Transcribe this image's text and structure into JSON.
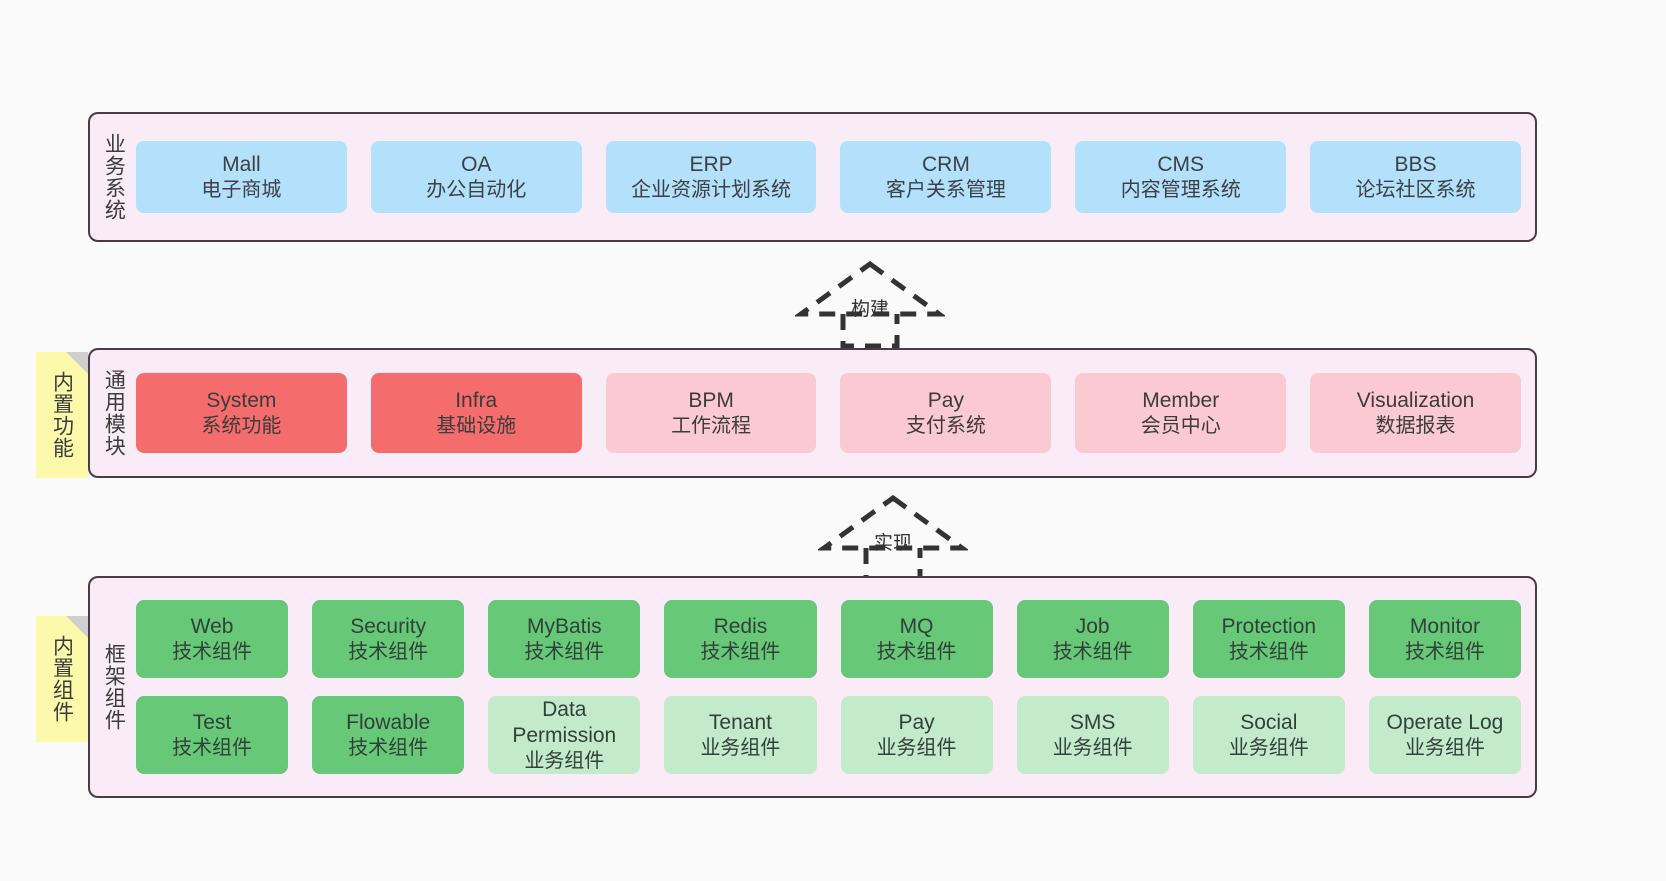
{
  "diagram": {
    "colors": {
      "canvas": "#fafafa",
      "layer_background": "#f9ecf6",
      "layer_border": "#4a3b44",
      "business_card": "#b3e0fb",
      "module_core_card": "#f56c6c",
      "module_card": "#fbc9d2",
      "tech_component_card": "#67c878",
      "business_component_card": "#c3ebcb",
      "note": "#fdf9ab",
      "note_fold": "#cfcfcf"
    },
    "layers": [
      {
        "id": "business-systems",
        "title": "业务系统",
        "rows": [
          {
            "cards": [
              {
                "name": "Mall",
                "sub": "电子商城",
                "style": "c-blue"
              },
              {
                "name": "OA",
                "sub": "办公自动化",
                "style": "c-blue"
              },
              {
                "name": "ERP",
                "sub": "企业资源计划系统",
                "style": "c-blue"
              },
              {
                "name": "CRM",
                "sub": "客户关系管理",
                "style": "c-blue"
              },
              {
                "name": "CMS",
                "sub": "内容管理系统",
                "style": "c-blue"
              },
              {
                "name": "BBS",
                "sub": "论坛社区系统",
                "style": "c-blue"
              }
            ]
          }
        ]
      },
      {
        "id": "common-modules",
        "title": "通用模块",
        "note": "内置功能",
        "rows": [
          {
            "cards": [
              {
                "name": "System",
                "sub": "系统功能",
                "style": "c-red"
              },
              {
                "name": "Infra",
                "sub": "基础设施",
                "style": "c-red"
              },
              {
                "name": "BPM",
                "sub": "工作流程",
                "style": "c-pink"
              },
              {
                "name": "Pay",
                "sub": "支付系统",
                "style": "c-pink"
              },
              {
                "name": "Member",
                "sub": "会员中心",
                "style": "c-pink"
              },
              {
                "name": "Visualization",
                "sub": "数据报表",
                "style": "c-pink"
              }
            ]
          }
        ]
      },
      {
        "id": "framework-components",
        "title": "框架组件",
        "note": "内置组件",
        "rows": [
          {
            "cards": [
              {
                "name": "Web",
                "sub": "技术组件",
                "style": "c-green"
              },
              {
                "name": "Security",
                "sub": "技术组件",
                "style": "c-green"
              },
              {
                "name": "MyBatis",
                "sub": "技术组件",
                "style": "c-green"
              },
              {
                "name": "Redis",
                "sub": "技术组件",
                "style": "c-green"
              },
              {
                "name": "MQ",
                "sub": "技术组件",
                "style": "c-green"
              },
              {
                "name": "Job",
                "sub": "技术组件",
                "style": "c-green"
              },
              {
                "name": "Protection",
                "sub": "技术组件",
                "style": "c-green"
              },
              {
                "name": "Monitor",
                "sub": "技术组件",
                "style": "c-green"
              }
            ]
          },
          {
            "cards": [
              {
                "name": "Test",
                "sub": "技术组件",
                "style": "c-green"
              },
              {
                "name": "Flowable",
                "sub": "技术组件",
                "style": "c-green"
              },
              {
                "name": "Data Permission",
                "sub": "业务组件",
                "style": "c-lightgreen"
              },
              {
                "name": "Tenant",
                "sub": "业务组件",
                "style": "c-lightgreen"
              },
              {
                "name": "Pay",
                "sub": "业务组件",
                "style": "c-lightgreen"
              },
              {
                "name": "SMS",
                "sub": "业务组件",
                "style": "c-lightgreen"
              },
              {
                "name": "Social",
                "sub": "业务组件",
                "style": "c-lightgreen"
              },
              {
                "name": "Operate Log",
                "sub": "业务组件",
                "style": "c-lightgreen"
              }
            ]
          }
        ]
      }
    ],
    "arrows": [
      {
        "id": "build",
        "label": "构建"
      },
      {
        "id": "implement",
        "label": "实现"
      }
    ]
  }
}
